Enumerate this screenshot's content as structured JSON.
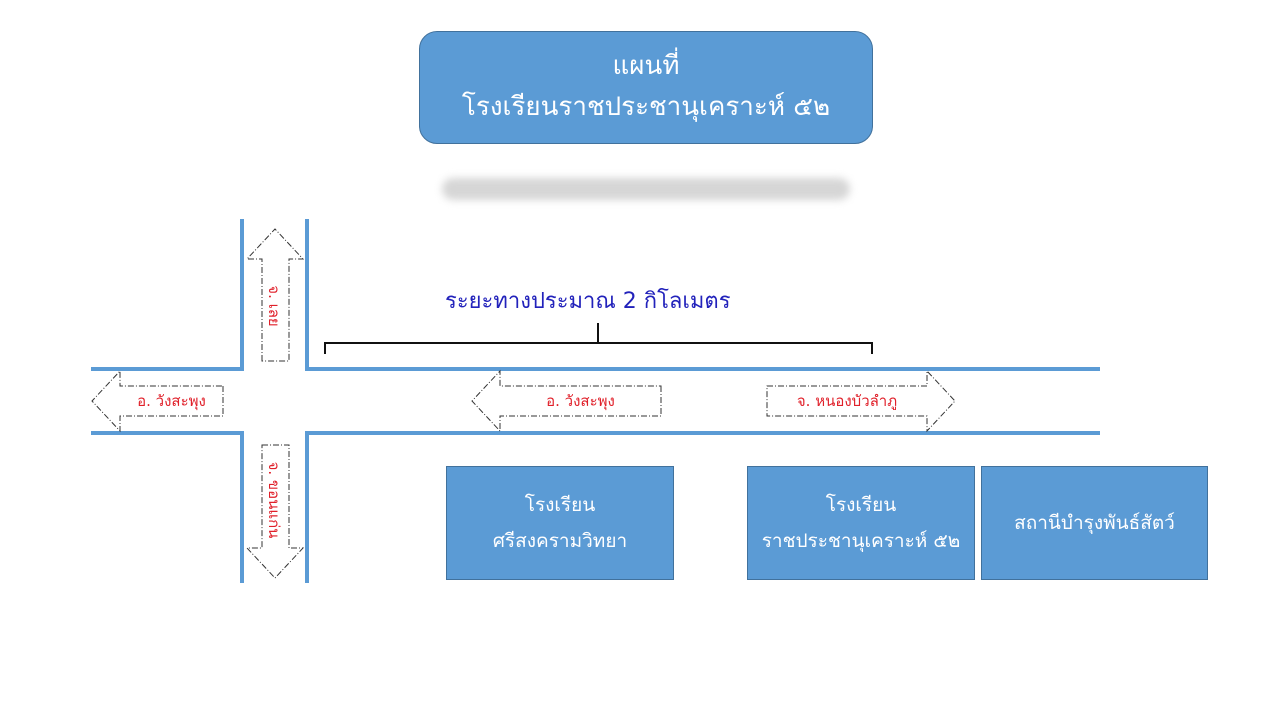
{
  "title": {
    "line1": "แผนที่",
    "line2": "โรงเรียนราชประชานุเคราะห์ ๕๒"
  },
  "distance_label": "ระยะทางประมาณ 2 กิโลเมตร",
  "arrows": {
    "left_outer": "อ. วังสะพุง",
    "left_inner": "อ. วังสะพุง",
    "right": "จ. หนองบัวลำภู",
    "up": "จ. เลย",
    "down": "จ. ขอนแก่น"
  },
  "buildings": {
    "b1": {
      "line1": "โรงเรียน",
      "line2": "ศรีสงครามวิทยา"
    },
    "b2": {
      "line1": "โรงเรียน",
      "line2": "ราชประชานุเคราะห์ ๕๒"
    },
    "b3": {
      "line1": "สถานีบำรุงพันธ์สัตว์"
    }
  },
  "colors": {
    "box_fill": "#5b9bd5",
    "road": "#5b9bd5",
    "label_red": "#e0202a",
    "distance_blue": "#2222bb"
  }
}
